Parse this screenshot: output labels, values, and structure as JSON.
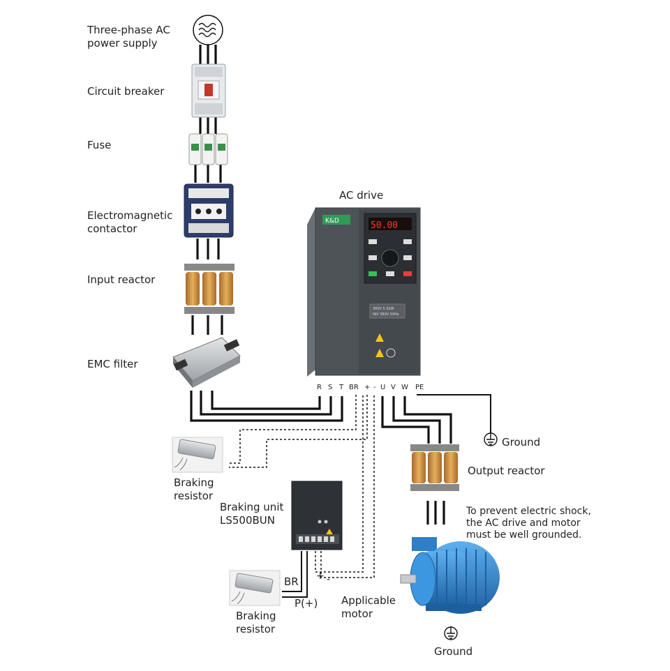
{
  "labels": {
    "power_supply": [
      "Three-phase AC",
      "power supply"
    ],
    "circuit_breaker": "Circuit breaker",
    "fuse": "Fuse",
    "contactor": [
      "Electromagnetic",
      "contactor"
    ],
    "input_reactor": "Input reactor",
    "emc_filter": "EMC filter",
    "ac_drive": "AC drive",
    "ground_top": "Ground",
    "output_reactor": "Output reactor",
    "warning": [
      "To prevent electric shock,",
      "the AC drive and motor",
      "must be well grounded."
    ],
    "braking_resistor_top": [
      "Braking",
      "resistor"
    ],
    "braking_unit": [
      "Braking unit",
      "LS500BUN"
    ],
    "br": "BR",
    "plus": "+",
    "minus": "-",
    "p_plus": "P(+)",
    "braking_resistor_bottom": [
      "Braking",
      "resistor"
    ],
    "applicable_motor": [
      "Applicable",
      "motor"
    ],
    "ground_bottom": "Ground"
  },
  "terminals": [
    "R",
    "S",
    "T",
    "BR",
    "+",
    "-",
    "U",
    "V",
    "W",
    "PE"
  ],
  "drive_panel": {
    "brand": "K&D",
    "display": "50.00",
    "nameplate": [
      "380V 5.5kW",
      "INV 380V 50Hz"
    ]
  },
  "colors": {
    "drive_body": "#4e5358",
    "drive_panel": "#3c4045",
    "reactor_copper": "#d39a4a",
    "motor_blue": "#2f8ad6",
    "resistor_gray": "#bfc3c7"
  }
}
